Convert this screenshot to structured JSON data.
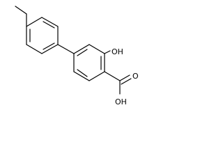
{
  "molecule": {
    "atoms": {
      "hydroxyl": "OH",
      "carboxyl_carbonyl": "O",
      "carboxyl_hydroxyl": "OH"
    }
  }
}
